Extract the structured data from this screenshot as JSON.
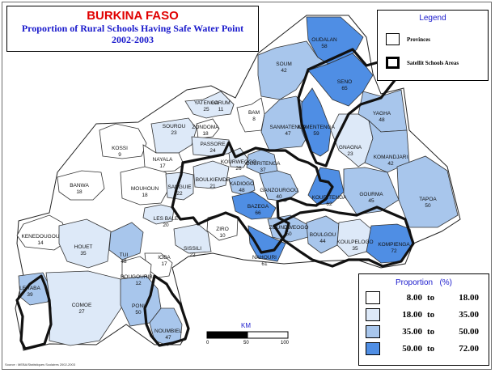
{
  "title": {
    "main": "BURKINA FASO",
    "line1": "Proportion of Rural Schools  Having Safe Water Point",
    "line2": "2002-2003"
  },
  "legend": {
    "title": "Legend",
    "provinces_label": "Provinces",
    "satellite_label": "Satellit Schools Areas"
  },
  "proportion_legend": {
    "title": "Proportion   (%)",
    "classes": [
      {
        "low": "8.00",
        "to": "to",
        "high": "18.00",
        "color": "#ffffff"
      },
      {
        "low": "18.00",
        "to": "to",
        "high": "35.00",
        "color": "#dde9f8"
      },
      {
        "low": "35.00",
        "to": "to",
        "high": "50.00",
        "color": "#a8c6ec"
      },
      {
        "low": "50.00",
        "to": "to",
        "high": "72.00",
        "color": "#4f8ee4"
      }
    ]
  },
  "scale_bar": {
    "label": "KM",
    "ticks": [
      "0",
      "50",
      "100"
    ]
  },
  "source": "Source : MEBA/Statistiques Scolaires 2002-2003",
  "provinces": [
    {
      "name": "OUDALAN",
      "value": "58"
    },
    {
      "name": "SOUM",
      "value": "42"
    },
    {
      "name": "SENO",
      "value": "65"
    },
    {
      "name": "LORUM",
      "value": "11"
    },
    {
      "name": "YATENGA",
      "value": "25"
    },
    {
      "name": "BAM",
      "value": "8"
    },
    {
      "name": "SANMATENGA",
      "value": "47"
    },
    {
      "name": "YAGHA",
      "value": "48"
    },
    {
      "name": "NAMENTENGA",
      "value": "59"
    },
    {
      "name": "SOUROU",
      "value": "23"
    },
    {
      "name": "ZONDOMA",
      "value": "18"
    },
    {
      "name": "PASSORE",
      "value": "24"
    },
    {
      "name": "GNAGNA",
      "value": "23"
    },
    {
      "name": "KOMANDJARI",
      "value": "42"
    },
    {
      "name": "KOSSI",
      "value": "9"
    },
    {
      "name": "NAYALA",
      "value": "17"
    },
    {
      "name": "KOURWEOGO",
      "value": "26"
    },
    {
      "name": "OUBRITENGA",
      "value": "37"
    },
    {
      "name": "BANWA",
      "value": "18"
    },
    {
      "name": "MOUHOUN",
      "value": "18"
    },
    {
      "name": "SANGUIE",
      "value": "22"
    },
    {
      "name": "BOULKIEMDE",
      "value": "21"
    },
    {
      "name": "KADIOGO",
      "value": "48"
    },
    {
      "name": "GANZOURGOU",
      "value": "40"
    },
    {
      "name": "KOURITENGA",
      "value": "62"
    },
    {
      "name": "GOURMA",
      "value": "45"
    },
    {
      "name": "TAPOA",
      "value": "50"
    },
    {
      "name": "BAZEGA",
      "value": "66"
    },
    {
      "name": "LES BALE",
      "value": "20"
    },
    {
      "name": "ZIRO",
      "value": "10"
    },
    {
      "name": "KENEDOUGOU",
      "value": "14"
    },
    {
      "name": "HOUET",
      "value": "35"
    },
    {
      "name": "TUI",
      "value": "48"
    },
    {
      "name": "SISSILI",
      "value": "22"
    },
    {
      "name": "ZOUNDWEOGO",
      "value": "50"
    },
    {
      "name": "BOULGOU",
      "value": "44"
    },
    {
      "name": "KOULPELOGO",
      "value": "35"
    },
    {
      "name": "KOMPIENGA",
      "value": "72"
    },
    {
      "name": "NAHOURI",
      "value": "61"
    },
    {
      "name": "IOBA",
      "value": "17"
    },
    {
      "name": "BOUGOURIBA",
      "value": "12"
    },
    {
      "name": "LERABA",
      "value": "39"
    },
    {
      "name": "COMOE",
      "value": "27"
    },
    {
      "name": "PONI",
      "value": "50"
    },
    {
      "name": "NOUMBIEL",
      "value": "47"
    }
  ]
}
